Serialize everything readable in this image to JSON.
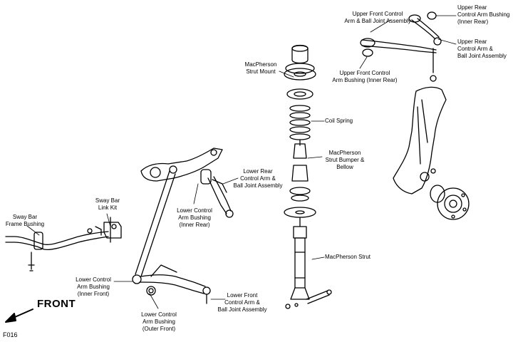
{
  "labels": {
    "upper_front_control_arm_ball_joint": "Upper Front Control\nArm & Ball Joint Assembly",
    "upper_rear_control_arm_bushing_inner_rear": "Upper Rear\nControl Arm Bushing\n(Inner Rear)",
    "upper_rear_control_arm_ball_joint": "Upper Rear\nControl Arm &\nBall Joint Assembly",
    "macpherson_strut_mount": "MacPherson\nStrut Mount",
    "upper_front_control_arm_bushing_inner_rear": "Upper Front Control\nArm Bushing (Inner Rear)",
    "coil_spring": "Coil Spring",
    "macpherson_strut_bumper_bellow": "MacPherson\nStrut Bumper &\nBellow",
    "lower_rear_control_arm_ball_joint": "Lower Rear\nControl Arm &\nBall Joint Assembly",
    "lower_control_arm_bushing_inner_rear": "Lower Control\nArm Bushing\n(Inner Rear)",
    "sway_bar_link_kit": "Sway Bar\nLink Kit",
    "sway_bar_frame_bushing": "Sway Bar\nFrame Bushing",
    "macpherson_strut": "MacPherson Strut",
    "lower_control_arm_bushing_inner_front": "Lower Control\nArm Bushing\n(Inner Front)",
    "lower_front_control_arm_ball_joint": "Lower Front\nControl Arm &\nBall Joint Assembly",
    "lower_control_arm_bushing_outer_front": "Lower Control\nArm Bushing\n(Outer Front)"
  },
  "front_label": "FRONT",
  "figure_code": "F016"
}
